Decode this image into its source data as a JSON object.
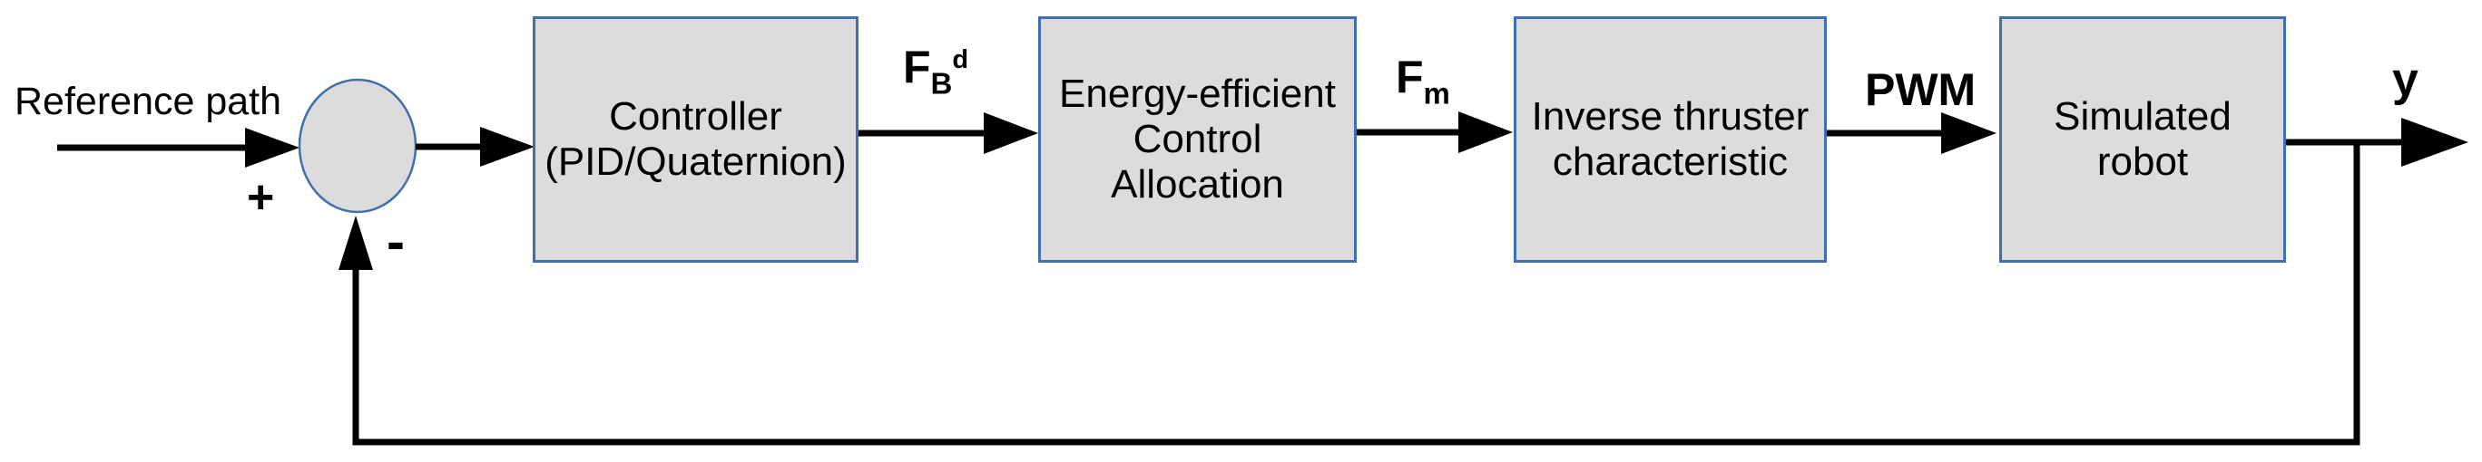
{
  "diagram": {
    "reference_label": "Reference path",
    "sum": {
      "plus": "+",
      "minus": "-"
    },
    "blocks": [
      {
        "id": "controller",
        "lines": [
          "Controller",
          "(PID/Quaternion)"
        ]
      },
      {
        "id": "control-allocation",
        "lines": [
          "Energy-efficient",
          "Control",
          "Allocation"
        ]
      },
      {
        "id": "inverse-thruster",
        "lines": [
          "Inverse thruster",
          "characteristic"
        ]
      },
      {
        "id": "simulated-robot",
        "lines": [
          "Simulated",
          "robot"
        ]
      }
    ],
    "signals": {
      "fbd": {
        "base": "F",
        "sub": "B",
        "sup": "d"
      },
      "fm": {
        "base": "F",
        "sub": "m"
      },
      "pwm": {
        "label": "PWM"
      },
      "y": {
        "label": "y"
      }
    },
    "colors": {
      "block_fill": "#dcdcdc",
      "block_border": "#3f6fae",
      "line": "#000000",
      "background": "#ffffff",
      "text": "#000000"
    }
  }
}
